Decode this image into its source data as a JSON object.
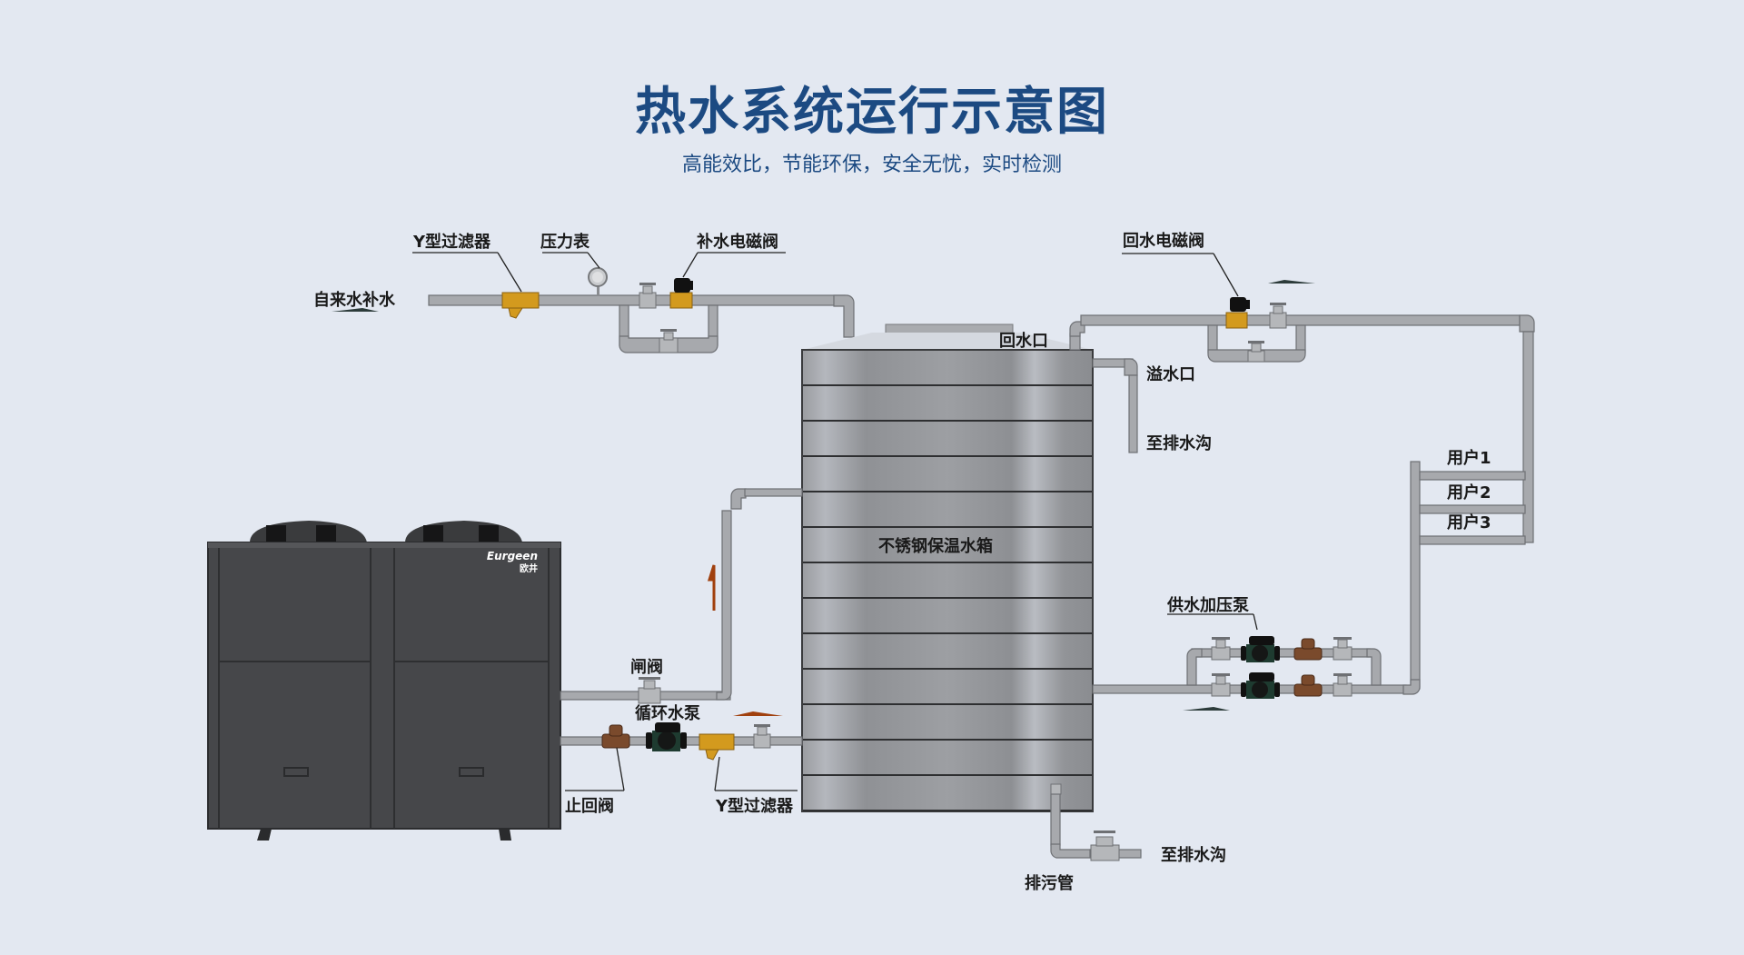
{
  "header": {
    "title": "热水系统运行示意图",
    "subtitle": "高能效比，节能环保，安全无忧，实时检测"
  },
  "heat_pump": {
    "brand_en": "Eurgeen",
    "brand_cn": "欧井"
  },
  "labels": {
    "tap_water_makeup": "自来水补水",
    "y_filter_top": "Y型过滤器",
    "pressure_gauge": "压力表",
    "makeup_solenoid_valve": "补水电磁阀",
    "return_solenoid_valve": "回水电磁阀",
    "return_inlet": "回水口",
    "overflow": "溢水口",
    "to_drain_top": "至排水沟",
    "tank": "不锈钢保温水箱",
    "user1": "用户1",
    "user2": "用户2",
    "user3": "用户3",
    "booster_pump": "供水加压泵",
    "gate_valve": "闸阀",
    "circulation_pump": "循环水泵",
    "check_valve": "止回阀",
    "y_filter_bottom": "Y型过滤器",
    "drain_pipe": "排污管",
    "to_drain_bottom": "至排水沟"
  },
  "colors": {
    "title": "#1c4a82",
    "background": "#e3e8f1",
    "pipe": "#a7a9ad",
    "brass": "#d39a1e",
    "bronze": "#7a4a2c",
    "pump": "#1e3b30",
    "heat_pump_body": "#46474a",
    "flow_arrow_hot": "#a0400e",
    "flow_arrow_cold": "#2c3b3a"
  }
}
